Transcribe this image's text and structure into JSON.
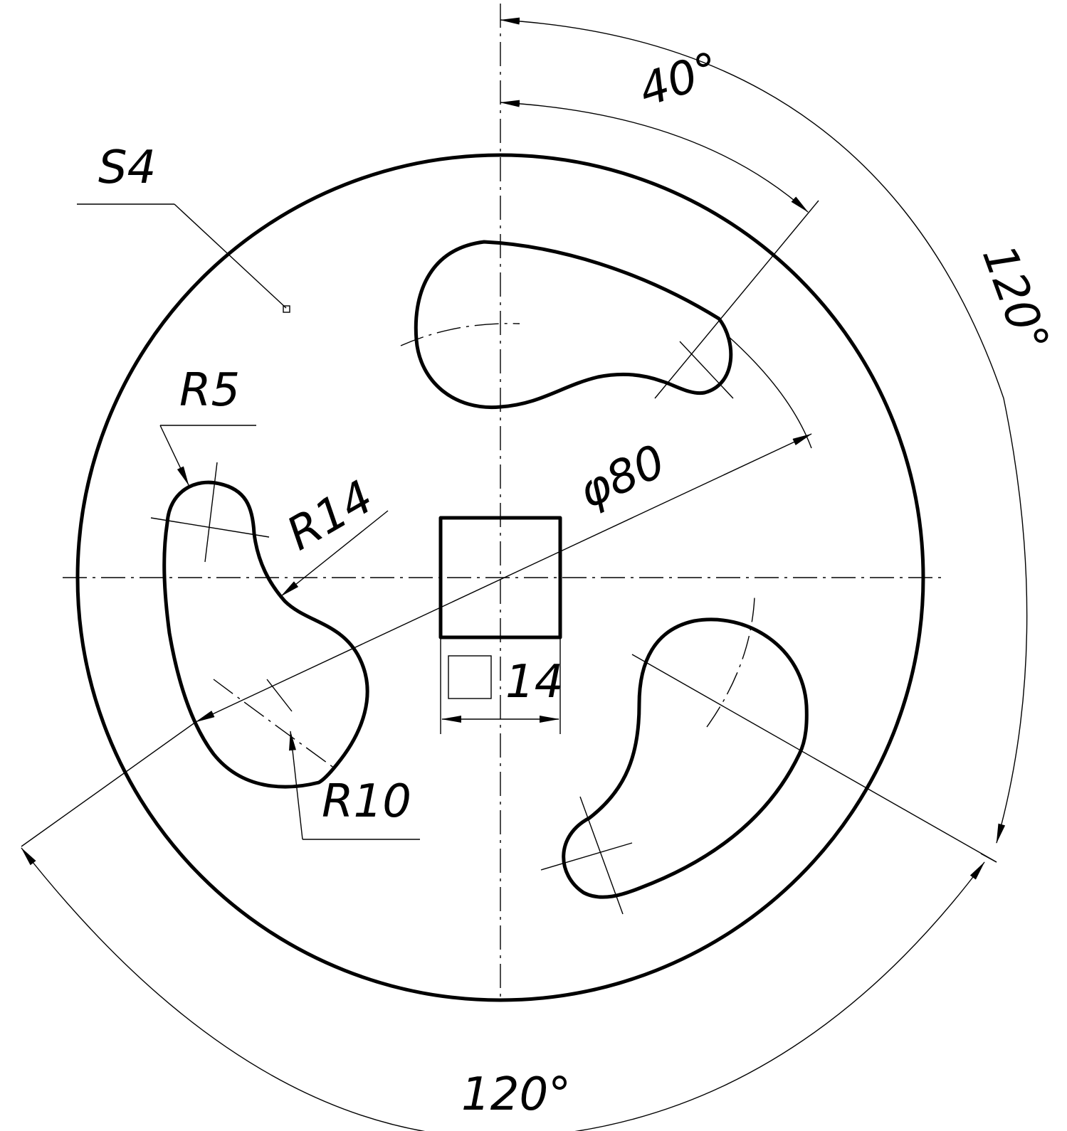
{
  "labels": {
    "surface": "S4",
    "angle_inner": "40°",
    "angle_right": "120°",
    "angle_bottom": "120°",
    "diameter": "φ80",
    "radius_r5": "R5",
    "radius_r14": "R14",
    "radius_r10": "R10",
    "square_size": "14"
  }
}
